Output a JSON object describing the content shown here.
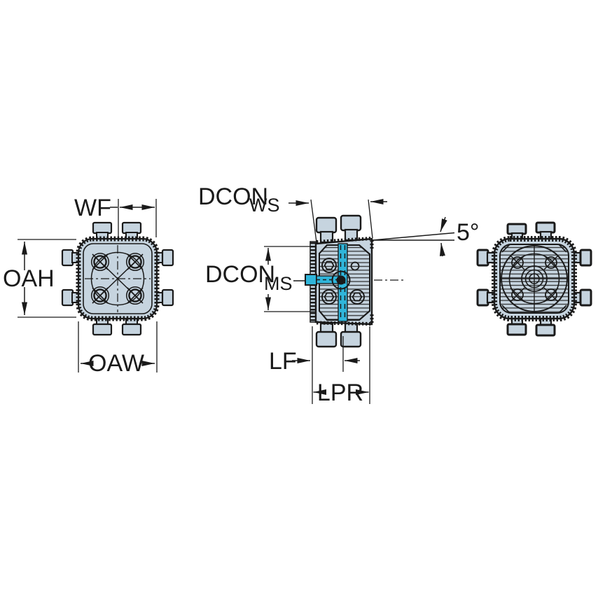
{
  "labels": {
    "wf": "WF",
    "oah": "OAH",
    "oaw": "OAW",
    "dcon_ws": {
      "main": "DCON",
      "sub": "WS"
    },
    "dcon_ms": {
      "main": "DCON",
      "sub": "MS"
    },
    "angle": "5°",
    "lf": "LF",
    "lpr": "LPR"
  },
  "colors": {
    "background": "#ffffff",
    "body": "#c6d4df",
    "line": "#1a1a1a",
    "highlight": "#2fb5da"
  }
}
